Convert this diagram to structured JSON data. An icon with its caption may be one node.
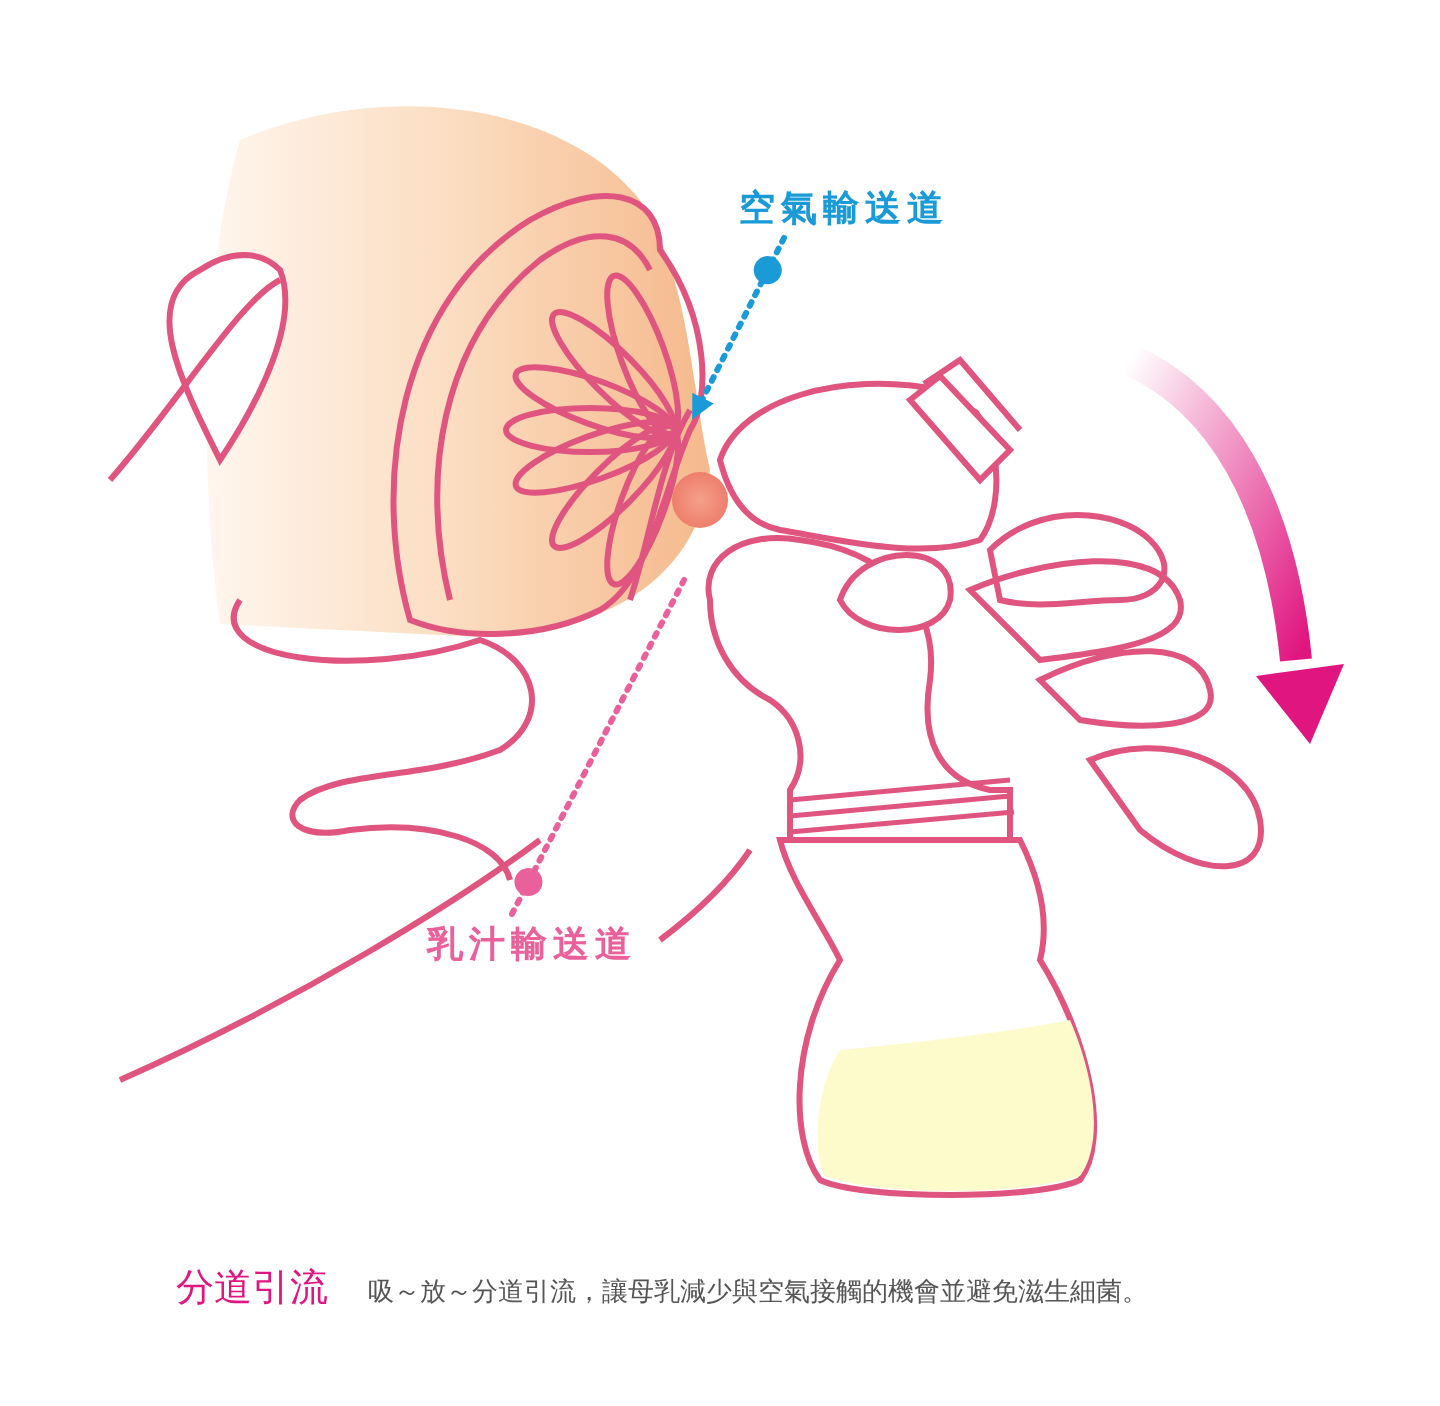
{
  "diagram": {
    "nodes": [
      {
        "text": [
          "空氣輸送道"
        ]
      },
      {
        "text": [
          "乳汁輸送道"
        ]
      }
    ],
    "edges": [
      {
        "from": 0,
        "to": null,
        "arrow": "to",
        "style": "dashed",
        "color": "#1a9ad6"
      },
      {
        "from": 1,
        "to": null,
        "arrow": "other",
        "style": "dashed",
        "color": "#e9609a"
      }
    ],
    "labels": [
      "分道引流",
      "吸～放～分道引流，讓母乳減少與空氣接觸的機會並避免滋生細菌。"
    ]
  }
}
